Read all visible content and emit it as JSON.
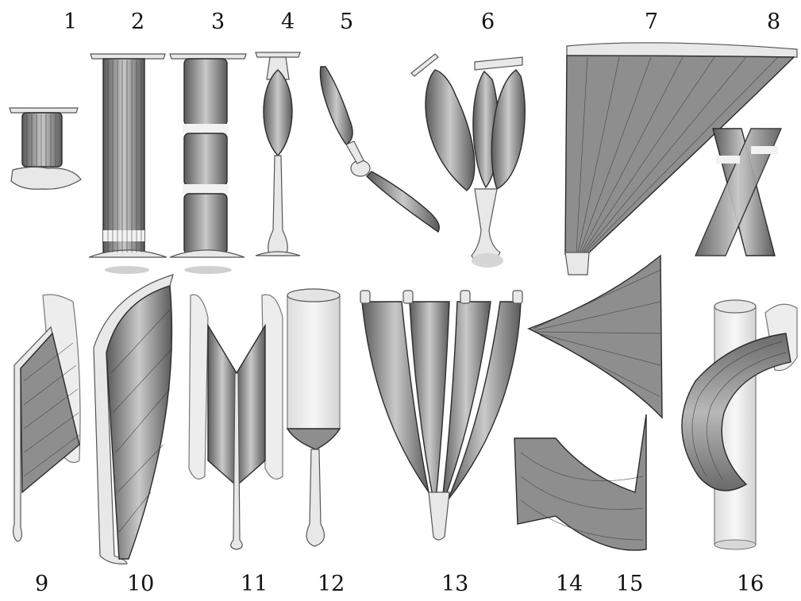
{
  "labels": [
    "1",
    "2",
    "3",
    "4",
    "5",
    "6",
    "7",
    "8",
    "9",
    "10",
    "11",
    "12",
    "13",
    "14",
    "15",
    "16"
  ],
  "colors": {
    "muscle_dark": "#5a5a5a",
    "muscle_mid": "#8e8e8e",
    "muscle_light": "#c9c9c9",
    "tendon": "#e8e8e8",
    "background": "#ffffff"
  }
}
